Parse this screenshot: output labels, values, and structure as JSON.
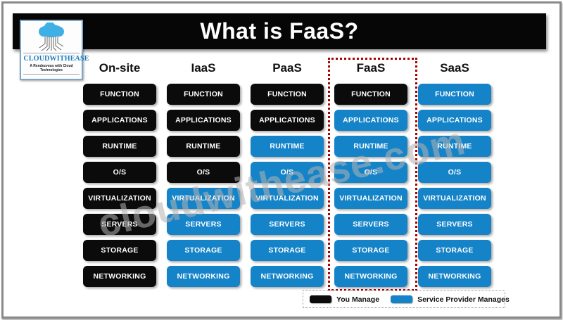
{
  "title": "What is FaaS?",
  "watermark": "cloudwithease.com",
  "logo": {
    "name": "CLOUDWITHEASE",
    "tagline": "A Rendezvous with Cloud Technologies"
  },
  "colors": {
    "you_manage": "#0b0b0b",
    "provider_manages": "#1583c8",
    "highlight_border": "#a80000",
    "cloud_icon": "#3fb0e5"
  },
  "layers": [
    "FUNCTION",
    "APPLICATIONS",
    "RUNTIME",
    "O/S",
    "VIRTUALIZATION",
    "SERVERS",
    "STORAGE",
    "NETWORKING"
  ],
  "columns": [
    {
      "label": "On-site",
      "highlight": false,
      "cells": [
        "you",
        "you",
        "you",
        "you",
        "you",
        "you",
        "you",
        "you"
      ]
    },
    {
      "label": "IaaS",
      "highlight": false,
      "cells": [
        "you",
        "you",
        "you",
        "you",
        "provider",
        "provider",
        "provider",
        "provider"
      ]
    },
    {
      "label": "PaaS",
      "highlight": false,
      "cells": [
        "you",
        "you",
        "provider",
        "provider",
        "provider",
        "provider",
        "provider",
        "provider"
      ]
    },
    {
      "label": "FaaS",
      "highlight": true,
      "cells": [
        "you",
        "provider",
        "provider",
        "provider",
        "provider",
        "provider",
        "provider",
        "provider"
      ]
    },
    {
      "label": "SaaS",
      "highlight": false,
      "cells": [
        "provider",
        "provider",
        "provider",
        "provider",
        "provider",
        "provider",
        "provider",
        "provider"
      ]
    }
  ],
  "legend": [
    {
      "label": "You Manage",
      "key": "you"
    },
    {
      "label": "Service Provider Manages",
      "key": "provider"
    }
  ]
}
